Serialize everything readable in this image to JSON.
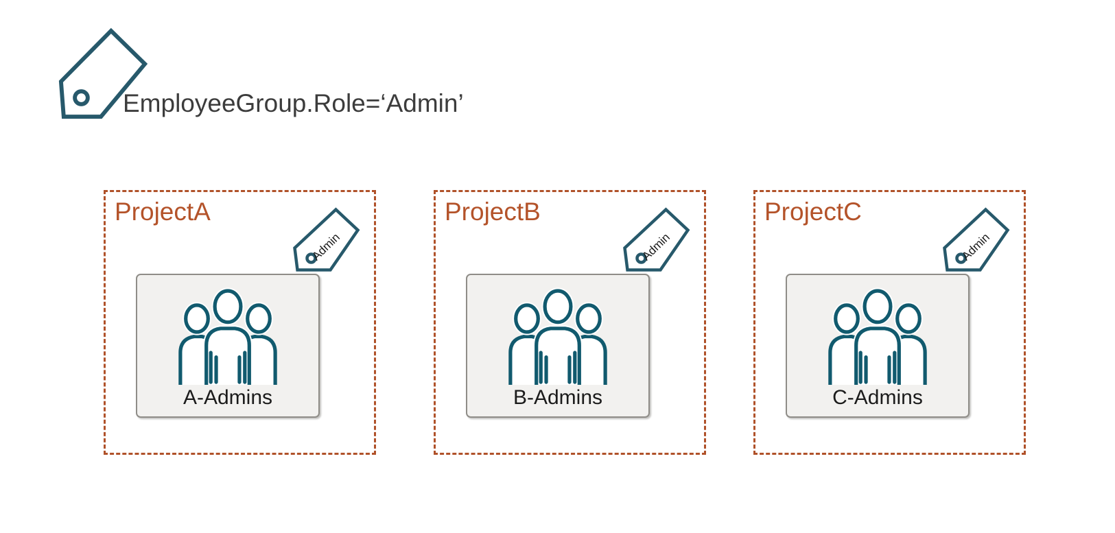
{
  "header": {
    "icon": "tag-icon",
    "label": "EmployeeGroup.Role=‘Admin’"
  },
  "projects": [
    {
      "name": "ProjectA",
      "tag_icon": "admin-tag-icon",
      "tag_label": "Admin",
      "group_icon": "group-icon",
      "group_label": "A-Admins"
    },
    {
      "name": "ProjectB",
      "tag_icon": "admin-tag-icon",
      "tag_label": "Admin",
      "group_icon": "group-icon",
      "group_label": "B-Admins"
    },
    {
      "name": "ProjectC",
      "tag_icon": "admin-tag-icon",
      "tag_label": "Admin",
      "group_icon": "group-icon",
      "group_label": "C-Admins"
    }
  ],
  "colors": {
    "tag_teal": "#27596b",
    "people_teal": "#115a6e",
    "box_border_rust": "#b0522a",
    "project_label_rust": "#b4532a",
    "card_background": "#f2f1ef",
    "card_border": "#8f8d88",
    "header_text": "#3c3c3c",
    "group_label_text": "#1b1b1b"
  }
}
